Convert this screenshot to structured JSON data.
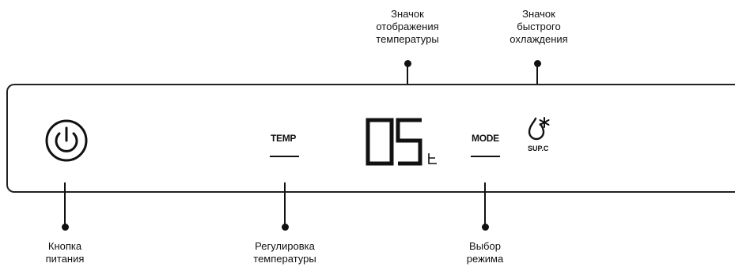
{
  "callouts": {
    "temp_display_icon": "Значок\nотображения\nтемпературы",
    "fast_cool_icon": "Значок\nбыстрого\nохлаждения",
    "power_button": "Кнопка\nпитания",
    "temp_adjust": "Регулировка\nтемпературы",
    "mode_select": "Выбор\nрежима"
  },
  "panel": {
    "temp_label": "TEMP",
    "mode_label": "MODE",
    "display_value": "05",
    "display_unit": "℃",
    "supc_label": "SUP.C"
  },
  "icons": {
    "power": "power-icon",
    "fast_cool": "snowflake-drop-icon"
  }
}
